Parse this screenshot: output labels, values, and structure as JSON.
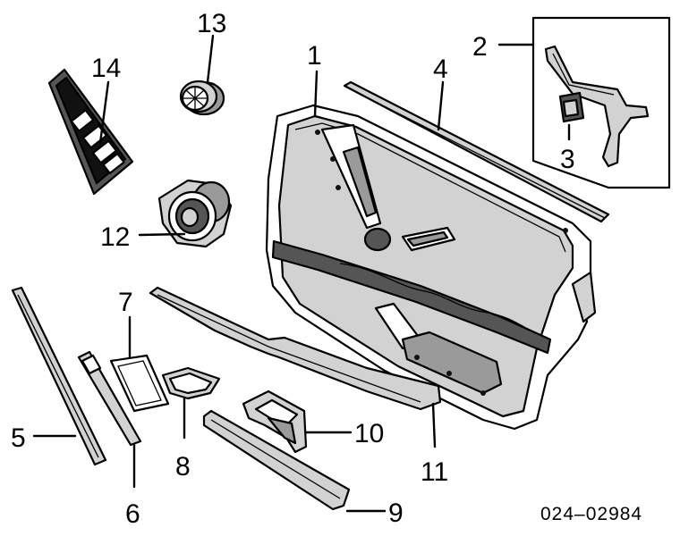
{
  "diagram": {
    "callouts": {
      "c1": "1",
      "c2": "2",
      "c3": "3",
      "c4": "4",
      "c5": "5",
      "c6": "6",
      "c7": "7",
      "c8": "8",
      "c9": "9",
      "c10": "10",
      "c11": "11",
      "c12": "12",
      "c13": "13",
      "c14": "14"
    },
    "part_code": "024–02984"
  }
}
